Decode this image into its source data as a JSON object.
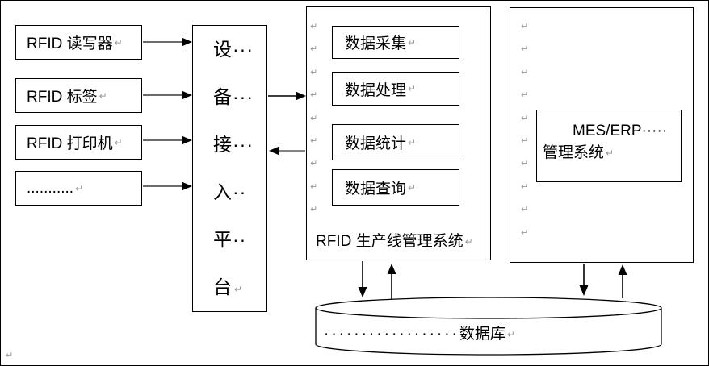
{
  "glyphs": {
    "return_mark": "↵"
  },
  "devices": [
    {
      "label": "RFID 读写器"
    },
    {
      "label": "RFID 标签"
    },
    {
      "label": "RFID 打印机"
    },
    {
      "label": "..........."
    }
  ],
  "platform": {
    "lines": [
      "设···",
      "备···",
      "接···",
      "入··",
      "平··",
      "台"
    ]
  },
  "production_system": {
    "functions": [
      {
        "label": "数据采集"
      },
      {
        "label": "数据处理"
      },
      {
        "label": "数据统计"
      },
      {
        "label": "数据查询"
      }
    ],
    "title": "RFID 生产线管理系统"
  },
  "mes": {
    "line1": "MES/ERP·····",
    "line2": "管理系统"
  },
  "database": {
    "dots": "··················",
    "label": "数据库"
  },
  "colors": {
    "line": "#000000",
    "mark": "#9a9a9a"
  }
}
